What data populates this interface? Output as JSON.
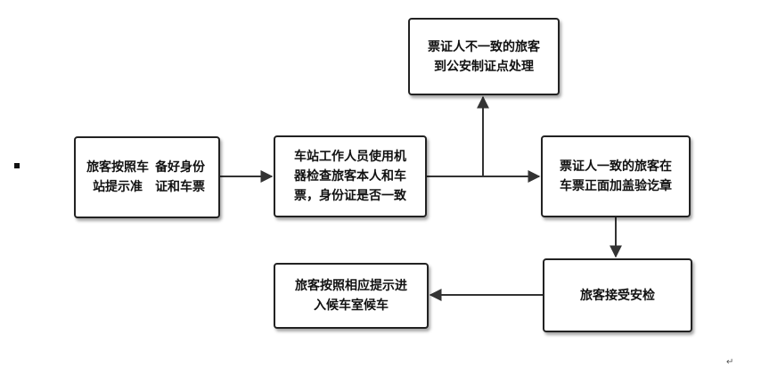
{
  "diagram": {
    "nodes": [
      {
        "id": "n1",
        "lines": [
          "旅客按照车站提示准",
          "备好身份证和车票"
        ]
      },
      {
        "id": "n2",
        "lines": [
          "车站工作人员使用机",
          "器检查旅客本人和车",
          "票，身份证是否一致"
        ]
      },
      {
        "id": "n3",
        "lines": [
          "票证人不一致的旅客",
          "到公安制证点处理"
        ]
      },
      {
        "id": "n4",
        "lines": [
          "票证人一致的旅客在",
          "车票正面加盖验讫章"
        ]
      },
      {
        "id": "n5",
        "lines": [
          "旅客接受安检"
        ]
      },
      {
        "id": "n6",
        "lines": [
          "旅客按照相应提示进",
          "入候车室候车"
        ]
      }
    ],
    "edges": [
      {
        "from": "n1",
        "to": "n2"
      },
      {
        "from": "n2",
        "to": "n3"
      },
      {
        "from": "n2",
        "to": "n4"
      },
      {
        "from": "n4",
        "to": "n5"
      },
      {
        "from": "n5",
        "to": "n6"
      }
    ],
    "paragraph_mark": "↵"
  }
}
